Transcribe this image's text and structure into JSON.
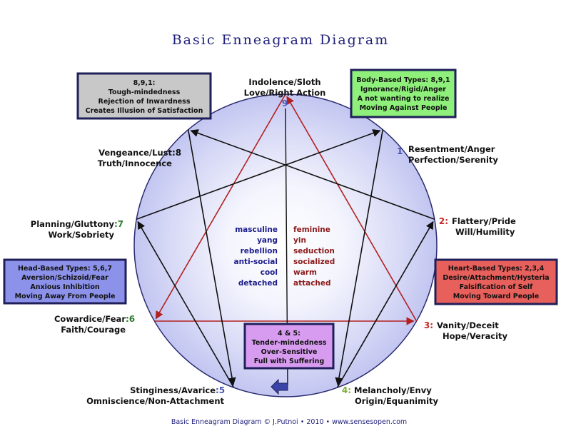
{
  "title": "Basic Enneagram Diagram",
  "footer": "Basic Enneagram Diagram © J.Putnoi • 2010 • www.sensesopen.com",
  "colors": {
    "circle_fill": "#c9ccf2",
    "circle_stroke": "#2a2a6e",
    "triangle": "#b32020",
    "hexad": "#111111",
    "num_blue": "#4a55b8",
    "num_green": "#2e7d2e",
    "num_red": "#c62828",
    "num_olive": "#7fae3a"
  },
  "points": [
    {
      "id": "9",
      "num": "9",
      "line1": "Indolence/Sloth",
      "line2": "Love/Right Action"
    },
    {
      "id": "1",
      "num": "1",
      "line1": "Resentment/Anger",
      "line2": "Perfection/Serenity"
    },
    {
      "id": "2",
      "num": "2:",
      "line1": "Flattery/Pride",
      "line2": "Will/Humility"
    },
    {
      "id": "3",
      "num": "3:",
      "line1": "Vanity/Deceit",
      "line2": "Hope/Veracity"
    },
    {
      "id": "4",
      "num": "4:",
      "line1": "Melancholy/Envy",
      "line2": "Origin/Equanimity"
    },
    {
      "id": "5",
      "num": ":5",
      "line1": "Stinginess/Avarice",
      "line2": "Omniscience/Non-Attachment"
    },
    {
      "id": "6",
      "num": ":6",
      "line1": "Cowardice/Fear",
      "line2": "Faith/Courage"
    },
    {
      "id": "7",
      "num": ":7",
      "line1": "Planning/Gluttony",
      "line2": "Work/Sobriety"
    },
    {
      "id": "8",
      "num": ":8",
      "line1": "Vengeance/Lust",
      "line2": "Truth/Innocence"
    }
  ],
  "boxes": {
    "tough": {
      "color": "#c8c8c8",
      "lines": [
        "8,9,1:",
        "Tough-mindedness",
        "Rejection of Inwardness",
        "Creates Illusion of Satisfaction"
      ]
    },
    "body": {
      "color": "#8ef07a",
      "lines": [
        "Body-Based Types: 8,9,1",
        "Ignorance/Rigid/Anger",
        "A not wanting to realize",
        "Moving Against People"
      ]
    },
    "head": {
      "color": "#8c92ea",
      "lines": [
        "Head-Based Types: 5,6,7",
        "Aversion/Schizoid/Fear",
        "Anxious Inhibition",
        "Moving Away From People"
      ]
    },
    "heart": {
      "color": "#e8605c",
      "lines": [
        "Heart-Based Types: 2,3,4",
        "Desire/Attachment/Hysteria",
        "Falsification of Self",
        "Moving Toward People"
      ]
    },
    "tender": {
      "color": "#d79cf0",
      "lines": [
        "4 & 5:",
        "Tender-mindedness",
        "Over-Sensitive",
        "Full with Suffering"
      ]
    }
  },
  "center": {
    "left": [
      "masculine",
      "yang",
      "rebellion",
      "anti-social",
      "cool",
      "detached"
    ],
    "right": [
      "feminine",
      "yin",
      "seduction",
      "socialized",
      "warm",
      "attached"
    ]
  }
}
